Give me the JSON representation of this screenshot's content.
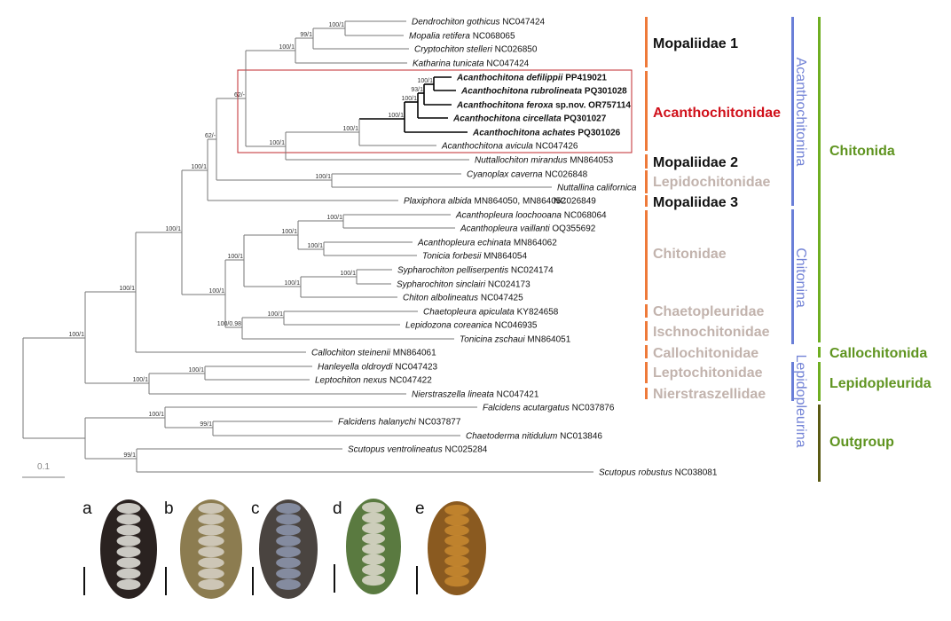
{
  "tree": {
    "taxa": [
      {
        "species": "Dendrochiton gothicus",
        "acc": "NC047424",
        "bold": false
      },
      {
        "species": "Mopalia retifera",
        "acc": "NC068065",
        "bold": false
      },
      {
        "species": "Cryptochiton stelleri",
        "acc": "NC026850",
        "bold": false
      },
      {
        "species": "Katharina tunicata",
        "acc": "NC047424",
        "bold": false
      },
      {
        "species": "Acanthochitona defilippii",
        "acc": "PP419021",
        "bold": true
      },
      {
        "species": "Acanthochitona rubrolineata",
        "acc": "PQ301028",
        "bold": true
      },
      {
        "species": "Acanthochitona feroxa",
        "acc": "sp.nov. OR757114",
        "bold": true
      },
      {
        "species": "Acanthochitona circellata",
        "acc": "PQ301027",
        "bold": true
      },
      {
        "species": "Acanthochitona achates",
        "acc": "PQ301026",
        "bold": true
      },
      {
        "species": "Acanthochitona avicula",
        "acc": "NC047426",
        "bold": false
      },
      {
        "species": "Nuttallochiton mirandus",
        "acc": "MN864053",
        "bold": false
      },
      {
        "species": "Cyanoplax caverna",
        "acc": "NC026848",
        "bold": false
      },
      {
        "species": "Nuttallina californica",
        "acc": "NC026849",
        "bold": false
      },
      {
        "species": "Plaxiphora albida",
        "acc": "MN864050, MN864052",
        "bold": false
      },
      {
        "species": "Acanthopleura loochooana",
        "acc": "NC068064",
        "bold": false
      },
      {
        "species": "Acanthopleura vaillanti",
        "acc": "OQ355692",
        "bold": false
      },
      {
        "species": "Acanthopleura echinata",
        "acc": "MN864062",
        "bold": false
      },
      {
        "species": "Tonicia forbesii",
        "acc": "MN864054",
        "bold": false
      },
      {
        "species": "Sypharochiton pelliserpentis",
        "acc": "NC024174",
        "bold": false
      },
      {
        "species": "Sypharochiton sinclairi",
        "acc": "NC024173",
        "bold": false
      },
      {
        "species": "Chiton albolineatus",
        "acc": "NC047425",
        "bold": false
      },
      {
        "species": "Chaetopleura apiculata",
        "acc": "KY824658",
        "bold": false
      },
      {
        "species": "Lepidozona coreanica",
        "acc": "NC046935",
        "bold": false
      },
      {
        "species": "Tonicina zschaui",
        "acc": "MN864051",
        "bold": false
      },
      {
        "species": "Callochiton steinenii",
        "acc": "MN864061",
        "bold": false
      },
      {
        "species": "Hanleyella oldroydi",
        "acc": "NC047423",
        "bold": false
      },
      {
        "species": "Leptochiton nexus",
        "acc": "NC047422",
        "bold": false
      },
      {
        "species": "Nierstraszella lineata",
        "acc": "NC047421",
        "bold": false
      },
      {
        "species": "Falcidens acutargatus",
        "acc": "NC037876",
        "bold": false
      },
      {
        "species": "Falcidens halanychi",
        "acc": "NC037877",
        "bold": false
      },
      {
        "species": "Chaetoderma nitidulum",
        "acc": "NC013846",
        "bold": false
      },
      {
        "species": "Scutopus ventrolineatus",
        "acc": "NC025284",
        "bold": false
      },
      {
        "species": "Scutopus robustus",
        "acc": "NC038081",
        "bold": false
      }
    ],
    "supports": [
      "100/1",
      "99/1",
      "100/1",
      "100/1",
      "93/1",
      "100/1",
      "100/1",
      "100/1",
      "100/1",
      "62/-",
      "100/1",
      "62/-",
      "100/1",
      "100/1",
      "100/1",
      "100/1",
      "100/1",
      "100/1",
      "100/1",
      "100/1",
      "100/1",
      "100/0.98",
      "100/1",
      "100/1",
      "100/1",
      "100/1",
      "100/1",
      "100/1",
      "99/1",
      "99/1",
      ""
    ],
    "scale_label": "0.1"
  },
  "families": [
    {
      "label": "Mopaliidae 1",
      "color": "#111111"
    },
    {
      "label": "Acanthochitonidae",
      "color": "#d0101a"
    },
    {
      "label": "Mopaliidae 2",
      "color": "#111111"
    },
    {
      "label": "Lepidochitonidae",
      "color": "#c2b3ad"
    },
    {
      "label": "Mopaliidae 3",
      "color": "#111111"
    },
    {
      "label": "Chitonidae",
      "color": "#c2b3ad"
    },
    {
      "label": "Chaetopleuridae",
      "color": "#c2b3ad"
    },
    {
      "label": "Ischnochitonidae",
      "color": "#c2b3ad"
    },
    {
      "label": "Callochitonidae",
      "color": "#c2b3ad"
    },
    {
      "label": "Leptochitonidae",
      "color": "#c2b3ad"
    },
    {
      "label": "Nierstraszellidae",
      "color": "#c2b3ad"
    }
  ],
  "suborders": [
    {
      "label": "Acanthochitonina"
    },
    {
      "label": "Chitonina"
    },
    {
      "label": "Lepidopleurina"
    }
  ],
  "orders": [
    {
      "label": "Chitonida",
      "color": "#6fae22"
    },
    {
      "label": "Callochitonida",
      "color": "#6fae22"
    },
    {
      "label": "Lepidopleurida",
      "color": "#6fae22"
    },
    {
      "label": "Outgroup",
      "color": "#5a5a14"
    }
  ],
  "colors": {
    "family_bar": "#ee7a3a",
    "suborder_bar": "#6a7fd8",
    "highlight_box": "#c0282e",
    "branch": "#777777"
  },
  "photos": [
    {
      "letter": "a",
      "palette": [
        "#2a2220",
        "#e8e6e0"
      ]
    },
    {
      "letter": "b",
      "palette": [
        "#8c7c50",
        "#d8d4c8"
      ]
    },
    {
      "letter": "c",
      "palette": [
        "#4a4440",
        "#8e98b0"
      ]
    },
    {
      "letter": "d",
      "palette": [
        "#5a7a40",
        "#e0dcd0"
      ]
    },
    {
      "letter": "e",
      "palette": [
        "#8a5a20",
        "#c88a30"
      ]
    }
  ]
}
